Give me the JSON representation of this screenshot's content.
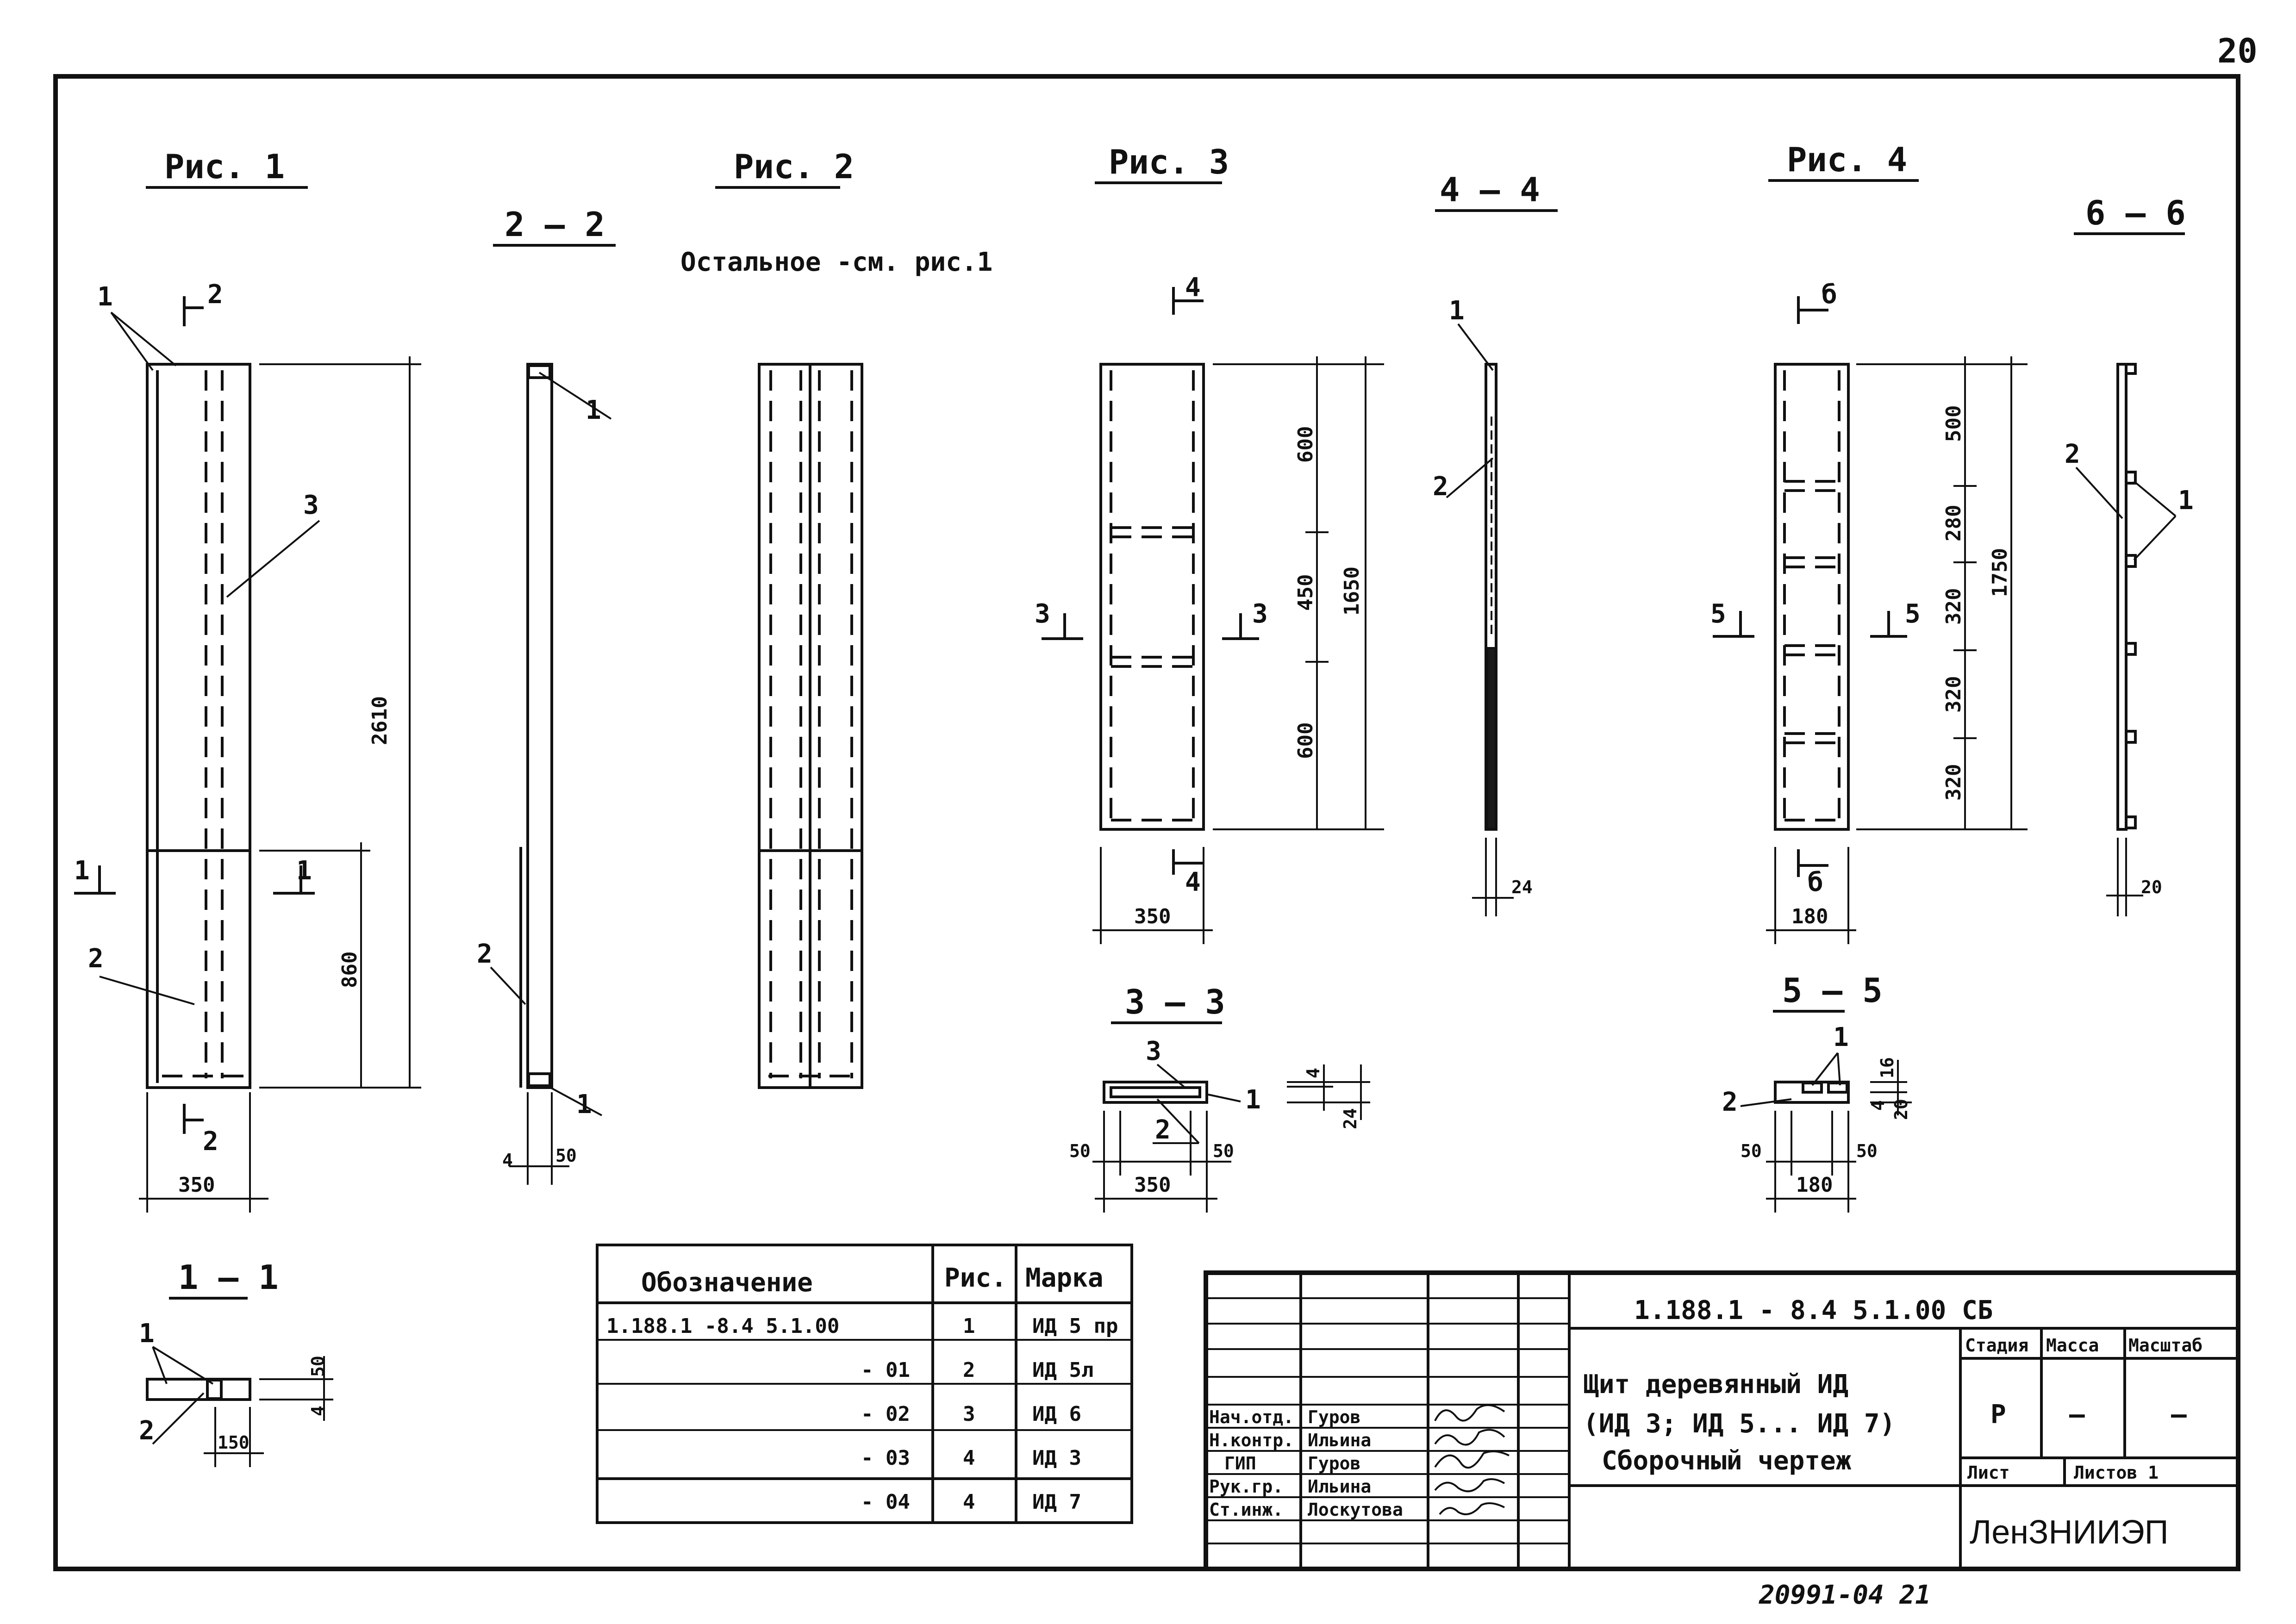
{
  "page_number": "20",
  "notes": {
    "rest_see": "Остальное -см. рис.1"
  },
  "figures": {
    "fig1": {
      "title": "Рис. 1"
    },
    "fig2": {
      "title": "Рис. 2"
    },
    "fig3": {
      "title": "Рис. 3"
    },
    "fig4": {
      "title": "Рис. 4"
    }
  },
  "sections": {
    "s22": "2 — 2",
    "s33": "3 — 3",
    "s44": "4 — 4",
    "s55": "5 — 5",
    "s66": "6 — 6",
    "s11": "1 — 1"
  },
  "dims": {
    "fig1": {
      "height": "2610",
      "lower": "860",
      "width": "350"
    },
    "s22": {
      "a": "4",
      "b": "50"
    },
    "fig3": {
      "top": "600",
      "mid": "450",
      "bot": "600",
      "total": "1650",
      "width": "350"
    },
    "s44": {
      "t": "24"
    },
    "fig4": {
      "top": "500",
      "d2": "280",
      "d3": "320",
      "d4": "320",
      "d5": "320",
      "total": "1750",
      "width": "180"
    },
    "s66": {
      "t": "20"
    },
    "s33": {
      "a": "4",
      "b": "24",
      "left": "50",
      "right": "50",
      "width": "350"
    },
    "s55": {
      "a": "16",
      "b": "4",
      "c": "20",
      "left": "50",
      "right": "50",
      "width": "180"
    },
    "s11": {
      "a": "50",
      "b": "4",
      "w": "150"
    }
  },
  "labels": {
    "one": "1",
    "two": "2",
    "three": "3",
    "four": "4",
    "five": "5",
    "six": "б"
  },
  "spec_table": {
    "headers": [
      "Обозначение",
      "Рис.",
      "Марка"
    ],
    "rows": [
      {
        "designation": "1.188.1 -8.4   5.1.00",
        "fig": "1",
        "mark": "ИД 5 пр"
      },
      {
        "designation": "- 01",
        "fig": "2",
        "mark": "ИД 5л"
      },
      {
        "designation": "- 02",
        "fig": "3",
        "mark": "ИД 6"
      },
      {
        "designation": "- 03",
        "fig": "4",
        "mark": "ИД 3"
      },
      {
        "designation": "- 04",
        "fig": "4",
        "mark": "ИД 7"
      }
    ]
  },
  "title_block": {
    "doc_code": "1.188.1 - 8.4      5.1.00 СБ",
    "title_line1": "Щит деревянный ИД",
    "title_line2": "(ИД 3; ИД 5... ИД 7)",
    "title_line3": "Сборочный чертеж",
    "stage_header": "Стадия",
    "mass_header": "Масса",
    "scale_header": "Масштаб",
    "stage": "Р",
    "mass": "—",
    "scale": "—",
    "sheet_label": "Лист",
    "sheets_label": "Листов 1",
    "org": "ЛенЗНИИЭП",
    "signatures": [
      {
        "role": "Нач.отд.",
        "name": "Гуров"
      },
      {
        "role": "Н.контр.",
        "name": "Ильина"
      },
      {
        "role": "ГИП",
        "name": "Гуров"
      },
      {
        "role": "Рук.гр.",
        "name": "Ильина"
      },
      {
        "role": "Ст.инж.",
        "name": "Лоскутова"
      }
    ]
  },
  "archive_number": "20991-04  21"
}
